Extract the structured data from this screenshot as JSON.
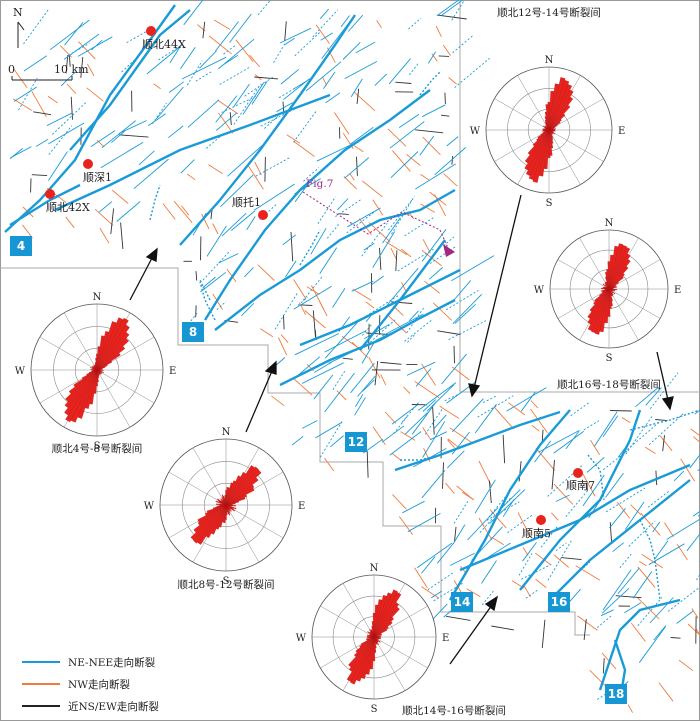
{
  "north_arrow": {
    "label": "N"
  },
  "scale_bar": {
    "zero": "0",
    "distance": "10 km"
  },
  "wells": [
    {
      "id": "w1",
      "label": "顺北44X"
    },
    {
      "id": "w2",
      "label": "顺深1"
    },
    {
      "id": "w3",
      "label": "顺北42X"
    },
    {
      "id": "w4",
      "label": "顺托1"
    },
    {
      "id": "w5",
      "label": "顺南7"
    },
    {
      "id": "w6",
      "label": "顺南5"
    }
  ],
  "fig_ref": "Fig.7",
  "fault_badges": [
    "4",
    "8",
    "12",
    "14",
    "16",
    "18"
  ],
  "compass": {
    "n": "N",
    "e": "E",
    "s": "S",
    "w": "W"
  },
  "rose_diagrams": [
    {
      "caption": "顺北4号-8号断裂间"
    },
    {
      "caption": "顺北8号-12号断裂间"
    },
    {
      "caption": "顺北12号-14号断裂间"
    },
    {
      "caption": "顺北16号-18号断裂间"
    },
    {
      "caption": "顺北14号-16号断裂间"
    }
  ],
  "legend": [
    {
      "label": "NE-NEE走向断裂",
      "color": "#1a9bd7"
    },
    {
      "label": "NW走向断裂",
      "color": "#f07b3f"
    },
    {
      "label": "近NS/EW走向断裂",
      "color": "#222222"
    }
  ],
  "colors": {
    "ne_fault": "#1a9bd7",
    "nw_fault": "#f07b3f",
    "ns_fault": "#222222",
    "rose_fill": "#e8231e",
    "badge": "#1696d2",
    "well": "#e8231e"
  }
}
